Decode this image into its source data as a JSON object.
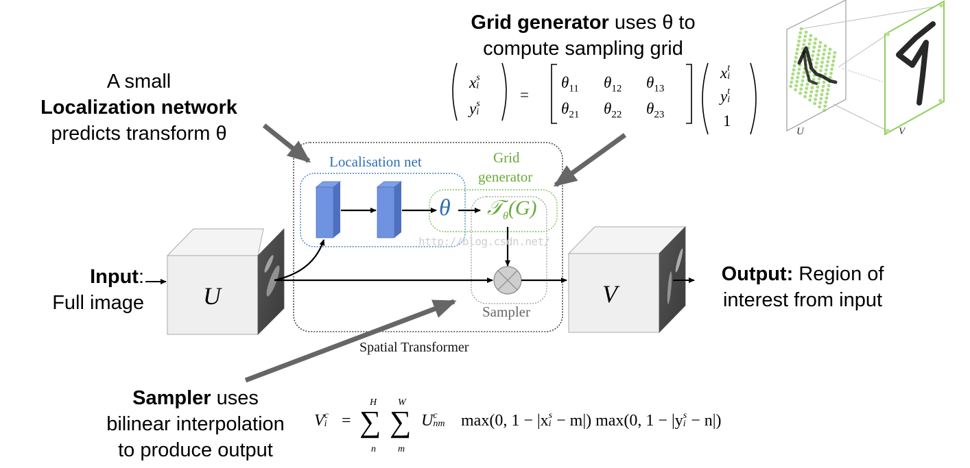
{
  "callouts": {
    "grid_generator": {
      "bold": "Grid generator",
      "rest": " uses θ to",
      "line2": "compute sampling grid"
    },
    "localization": {
      "line1": "A small",
      "bold": "Localization network",
      "line3": "predicts transform θ"
    },
    "input": {
      "bold": "Input",
      "rest": ":",
      "line2": "Full image"
    },
    "output": {
      "bold": "Output:",
      "rest": " Region of",
      "line2": "interest from input"
    },
    "sampler": {
      "bold": "Sampler",
      "rest": " uses",
      "line2": "bilinear interpolation",
      "line3": "to produce output"
    }
  },
  "diagram": {
    "localisation_net_label": "Localisation net",
    "grid_generator_label_1": "Grid",
    "grid_generator_label_2": "generator",
    "theta_symbol": "θ",
    "transform_symbol": "𝒯",
    "transform_sub": "θ",
    "transform_arg": "(G)",
    "sampler_label": "Sampler",
    "spatial_transformer_label": "Spatial Transformer",
    "input_cube_label": "U",
    "output_cube_label": "V",
    "watermark": "http://blog.csdn.net/"
  },
  "thumbnail": {
    "u_label": "U",
    "v_label": "V"
  },
  "equations": {
    "grid": {
      "lhs": [
        [
          "x",
          "s",
          "i"
        ],
        [
          "y",
          "s",
          "i"
        ]
      ],
      "matrix": [
        [
          "θ",
          "11"
        ],
        [
          "θ",
          "12"
        ],
        [
          "θ",
          "13"
        ],
        [
          "θ",
          "21"
        ],
        [
          "θ",
          "22"
        ],
        [
          "θ",
          "23"
        ]
      ],
      "rhs": [
        [
          "x",
          "t",
          "i"
        ],
        [
          "y",
          "t",
          "i"
        ],
        [
          "1",
          "",
          ""
        ]
      ],
      "equals": "="
    },
    "bilinear": {
      "lhs_base": "V",
      "lhs_sup": "c",
      "lhs_sub": "i",
      "equals": "=",
      "sum1_top": "H",
      "sum1_bottom": "n",
      "sum2_top": "W",
      "sum2_bottom": "m",
      "sigma": "∑",
      "u_base": "U",
      "u_sup": "c",
      "u_sub": "nm",
      "term1": "max(0, 1 − |x",
      "term1_sup": "s",
      "term1_sub": "i",
      "term1_end": " − m|)",
      "term2": " max(0, 1 − |y",
      "term2_sup": "s",
      "term2_sub": "i",
      "term2_end": " − n|)"
    }
  },
  "colors": {
    "blue_text": "#2e6fb7",
    "green_text": "#6aaa3a",
    "block_fill": "#6f93e0",
    "block_side": "#4e70bf",
    "callout_arrow": "#666666",
    "cube_face": "#efefef",
    "thumb_green": "#8ed05b"
  }
}
